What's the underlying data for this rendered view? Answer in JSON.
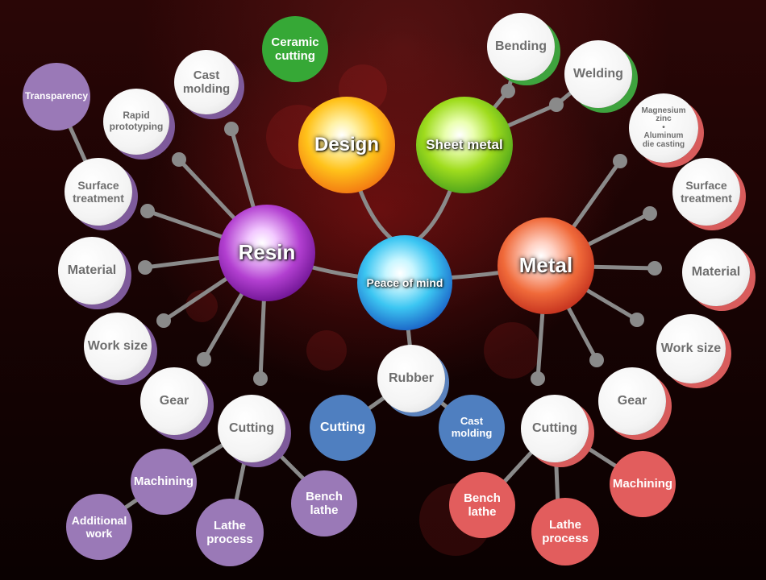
{
  "hubs": {
    "peace": "Peace of mind",
    "design": "Design",
    "sheet_metal": "Sheet metal",
    "resin": "Resin",
    "metal": "Metal",
    "rubber": "Rubber"
  },
  "resin_nodes": {
    "transparency": "Transparency",
    "rapid_prototyping": "Rapid\nprototyping",
    "cast_molding": "Cast\nmolding",
    "surface_treatment": "Surface\ntreatment",
    "material": "Material",
    "work_size": "Work size",
    "gear": "Gear",
    "cutting": "Cutting",
    "machining": "Machining",
    "additional_work": "Additional\nwork",
    "lathe_process": "Lathe\nprocess",
    "bench_lathe": "Bench\nlathe"
  },
  "design_nodes": {
    "ceramic_cutting": "Ceramic\ncutting"
  },
  "sheet_nodes": {
    "bending": "Bending",
    "welding": "Welding"
  },
  "metal_nodes": {
    "die_casting": "Magnesium\nzinc\n•\nAluminum\ndie casting",
    "surface_treatment": "Surface\ntreatment",
    "material": "Material",
    "work_size": "Work size",
    "gear": "Gear",
    "cutting": "Cutting",
    "machining": "Machining",
    "lathe_process": "Lathe\nprocess",
    "bench_lathe": "Bench\nlathe"
  },
  "rubber_nodes": {
    "cutting": "Cutting",
    "cast_molding": "Cast molding"
  },
  "colors": {
    "resin_accent": "#9a79b7",
    "metal_accent": "#e25d5d",
    "rubber_accent": "#4f7fc0",
    "design_accent": "#36a836",
    "connector": "#8a8a8a"
  }
}
